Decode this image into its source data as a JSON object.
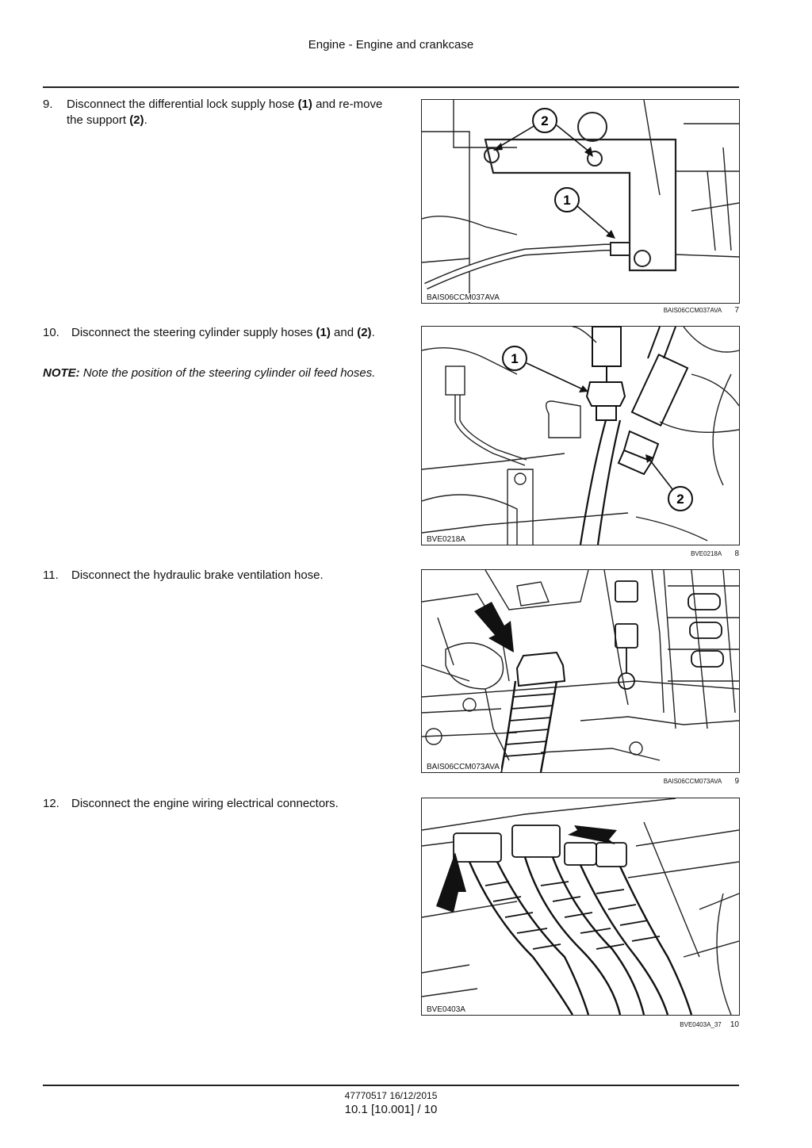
{
  "header": {
    "title": "Engine - Engine and crankcase"
  },
  "steps": [
    {
      "number": "9.",
      "text_a": "Disconnect the differential lock supply hose ",
      "bold_a": "(1)",
      "text_b": " and re-move the support ",
      "bold_b": "(2)",
      "text_c": "."
    },
    {
      "number": "10.",
      "text_a": "Disconnect the steering cylinder supply hoses ",
      "bold_a": "(1)",
      "text_b": " and ",
      "bold_b": "(2)",
      "text_c": "."
    },
    {
      "number": "11.",
      "text": "Disconnect the hydraulic brake ventilation hose."
    },
    {
      "number": "12.",
      "text": "Disconnect the engine wiring electrical connectors."
    }
  ],
  "note": {
    "label": "NOTE:",
    "text": " Note the position of the steering cylinder oil feed hoses."
  },
  "figures": [
    {
      "code": "BAIS06CCM037AVA",
      "caption": "BAIS06CCM037AVA",
      "number": "7",
      "callouts": [
        "2",
        "1"
      ]
    },
    {
      "code": "BVE0218A",
      "caption": "BVE0218A",
      "number": "8",
      "callouts": [
        "1",
        "2"
      ]
    },
    {
      "code": "BAIS06CCM073AVA",
      "caption": "BAIS06CCM073AVA",
      "number": "9"
    },
    {
      "code": "BVE0403A",
      "caption": "BVE0403A_37",
      "number": "10"
    }
  ],
  "footer": {
    "doc": "47770517 16/12/2015",
    "page": "10.1 [10.001] / 10"
  }
}
